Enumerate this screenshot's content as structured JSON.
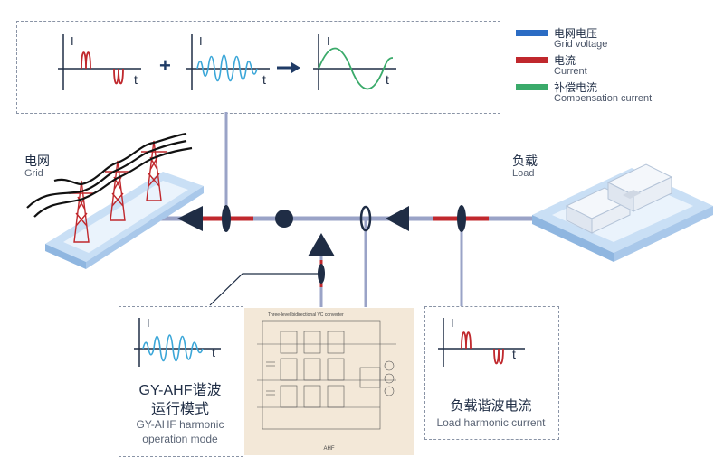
{
  "legend": {
    "items": [
      {
        "cn": "电网电压",
        "en": "Grid voltage",
        "color": "#2b6cc4"
      },
      {
        "cn": "电流",
        "en": "Current",
        "color": "#c0282d"
      },
      {
        "cn": "补偿电流",
        "en": "Compensation current",
        "color": "#3aaa6a"
      }
    ]
  },
  "top_formula": {
    "axis_i": "I",
    "axis_t": "t",
    "plus": "+",
    "arrow": "→"
  },
  "grid": {
    "cn": "电网",
    "en": "Grid"
  },
  "load": {
    "cn": "负载",
    "en": "Load"
  },
  "ahf_panel": {
    "cn_line1": "GY-AHF谐波",
    "cn_line2": "运行模式",
    "en_line1": "GY-AHF harmonic",
    "en_line2": "operation mode"
  },
  "circuit": {
    "title": "Three-level bidirectional VC converter",
    "caption": "AHF"
  },
  "load_harmonic": {
    "cn": "负载谐波电流",
    "en": "Load harmonic current"
  },
  "colors": {
    "line": "#9aa3c7",
    "red": "#c0282d",
    "blue": "#3aa6d8",
    "green": "#3aaa6a",
    "dark": "#1f2d45"
  }
}
